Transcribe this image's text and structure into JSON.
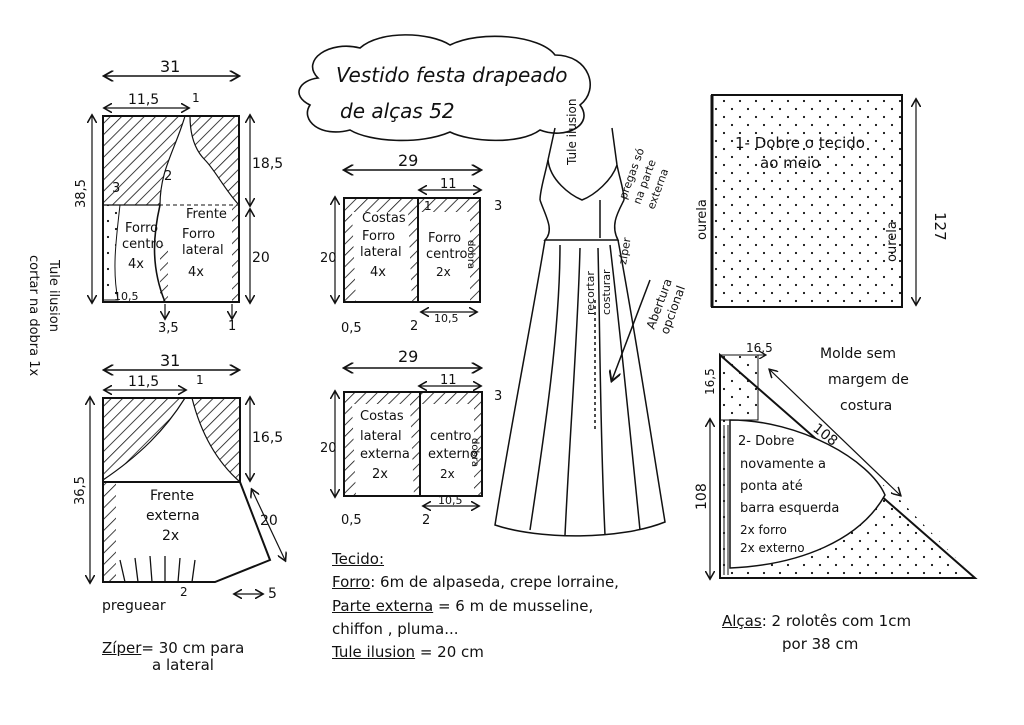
{
  "title": {
    "line1": "Vestido festa drapeado",
    "line2": "de alças  52"
  },
  "front_lining": {
    "dim_width": "31",
    "dim_top": "11,5",
    "mark_top": "1",
    "dim_height": "38,5",
    "dim_upper_right": "18,5",
    "dim_lower_right": "20",
    "dim_3": "3",
    "dim_2": "2",
    "dim_bottom": "10,5",
    "dim_35": "3,5",
    "dim_1": "1",
    "label_left": [
      "Forro",
      "centro",
      "4x"
    ],
    "label_right": [
      "Frente",
      "Forro",
      "lateral",
      "4x"
    ],
    "side_note": [
      "Tule ilusion",
      "cortar na dobra 1x"
    ]
  },
  "front_outer": {
    "dim_width": "31",
    "dim_top": "11,5",
    "mark_top": "1",
    "dim_height": "36,5",
    "dim_right": "16,5",
    "dim_diag": "20",
    "dim_2": "2",
    "dim_5": "5",
    "label": [
      "Frente",
      "externa",
      "2x"
    ],
    "pleat": "preguear"
  },
  "back_lining": {
    "dim_width": "29",
    "dim_11": "11",
    "dim_3": "3",
    "dim_20": "20",
    "dim_05": "0,5",
    "dim_2": "2",
    "dim_105": "10,5",
    "mark_1": "1",
    "left_label": [
      "Costas",
      "Forro",
      "lateral",
      "4x"
    ],
    "right_label": [
      "Forro",
      "centro",
      "2x"
    ],
    "fold": "dobra"
  },
  "back_outer": {
    "dim_width": "29",
    "dim_11": "11",
    "dim_3": "3",
    "dim_20": "20",
    "dim_05": "0,5",
    "dim_2": "2",
    "dim_105": "10,5",
    "left_label": [
      "Costas",
      "lateral",
      "externa",
      "2x"
    ],
    "right_label": [
      "centro",
      "externo",
      "2x"
    ],
    "fold": "dobra"
  },
  "dress": {
    "tulle": "Tule ilusion",
    "pleats": [
      "pregas só",
      "na parte",
      "externa"
    ],
    "zipper": "zíper",
    "cut": "recortar",
    "sew": "costurar",
    "opening": [
      "Abertura",
      "opcional"
    ]
  },
  "fabric_fold": {
    "text": [
      "1- Dobre o tecido",
      "ao meio"
    ],
    "selvage": "ourela",
    "dim": "127"
  },
  "triangle": {
    "note": [
      "Molde sem",
      "margem de",
      "costura"
    ],
    "dim_165a": "16,5",
    "dim_165b": "16,5",
    "dim_hyp": "108",
    "dim_left": "108",
    "text": [
      "2- Dobre",
      "novamente a",
      "ponta até",
      "barra esquerda",
      "2x forro",
      "2x externo"
    ]
  },
  "zipper_note": {
    "label": "Zíper",
    "text": "= 30 cm para",
    "line2": "a lateral"
  },
  "fabric": {
    "heading": "Tecido:",
    "lines": [
      {
        "label": "Forro",
        "text": ": 6m de alpaseda, crepe lorraine,"
      },
      {
        "label": "Parte externa",
        "text": " = 6 m  de musseline,"
      },
      {
        "label": "",
        "text": "chiffon , pluma..."
      },
      {
        "label": "Tule ilusion",
        "text": " = 20 cm"
      }
    ]
  },
  "straps": {
    "label": "Alças",
    "text": ": 2 rolotês com 1cm",
    "line2": "por 38 cm"
  }
}
